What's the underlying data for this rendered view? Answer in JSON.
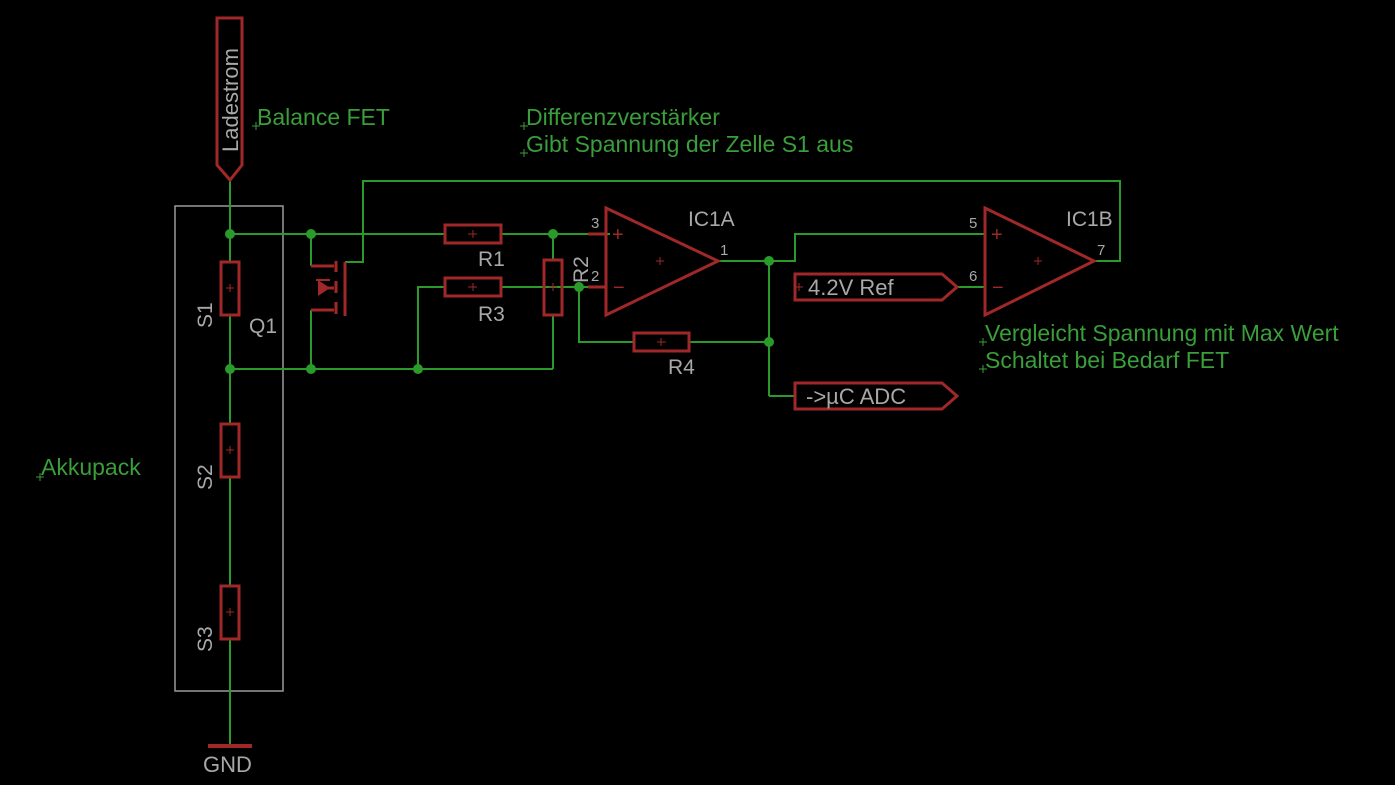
{
  "notes": {
    "balance_fet": "Balance FET",
    "diff_amp_title": "Differenzverstärker",
    "diff_amp_desc": "Gibt Spannung der Zelle S1 aus",
    "akkupack": "Akkupack",
    "comparator_title": "Vergleicht Spannung mit Max Wert",
    "comparator_desc": "Schaltet bei Bedarf FET"
  },
  "nets": {
    "ladestrom": "Ladestrom",
    "ref": "4.2V Ref",
    "adc": "->µC ADC",
    "gnd": "GND"
  },
  "parts": {
    "s1": "S1",
    "s2": "S2",
    "s3": "S3",
    "q1": "Q1",
    "r1": "R1",
    "r2": "R2",
    "r3": "R3",
    "r4": "R4",
    "ic1a": "IC1A",
    "ic1b": "IC1B"
  },
  "pins": {
    "ic1a_in_plus": "3",
    "ic1a_in_minus": "2",
    "ic1a_out": "1",
    "ic1b_in_plus": "5",
    "ic1b_in_minus": "6",
    "ic1b_out": "7",
    "plus_sign": "+",
    "minus_sign": "−"
  },
  "colors": {
    "background": "#000000",
    "wire": "#2a9a2a",
    "symbol": "#a02828",
    "text": "#a8a8a8",
    "note": "#3a9e3a"
  }
}
